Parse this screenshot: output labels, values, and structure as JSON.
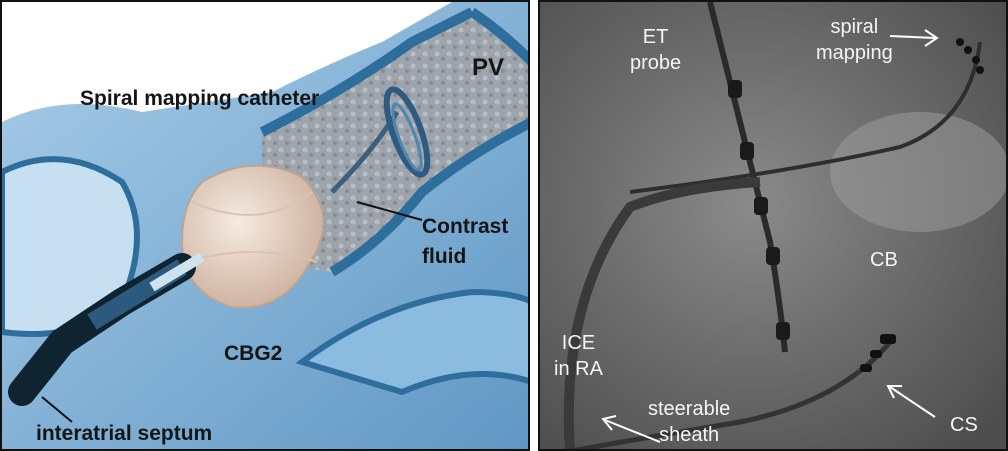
{
  "left_panel": {
    "labels": {
      "pv": "PV",
      "spiral_catheter": "Spiral mapping catheter",
      "contrast": "Contrast\nfluid",
      "cbg2": "CBG2",
      "septum": "interatrial septum"
    }
  },
  "right_panel": {
    "labels": {
      "et_probe": "ET\nprobe",
      "spiral_mapping": "spiral\nmapping",
      "cb": "CB",
      "ice_in_ra": "ICE\nin RA",
      "steerable_sheath": "steerable\nsheath",
      "cs": "CS"
    }
  },
  "colors": {
    "vessel_blue": "#7fb0d6",
    "vessel_edge": "#2e6e9c",
    "balloon": "#e8d4c4",
    "fluoro_bg": "#6a6a6a"
  }
}
